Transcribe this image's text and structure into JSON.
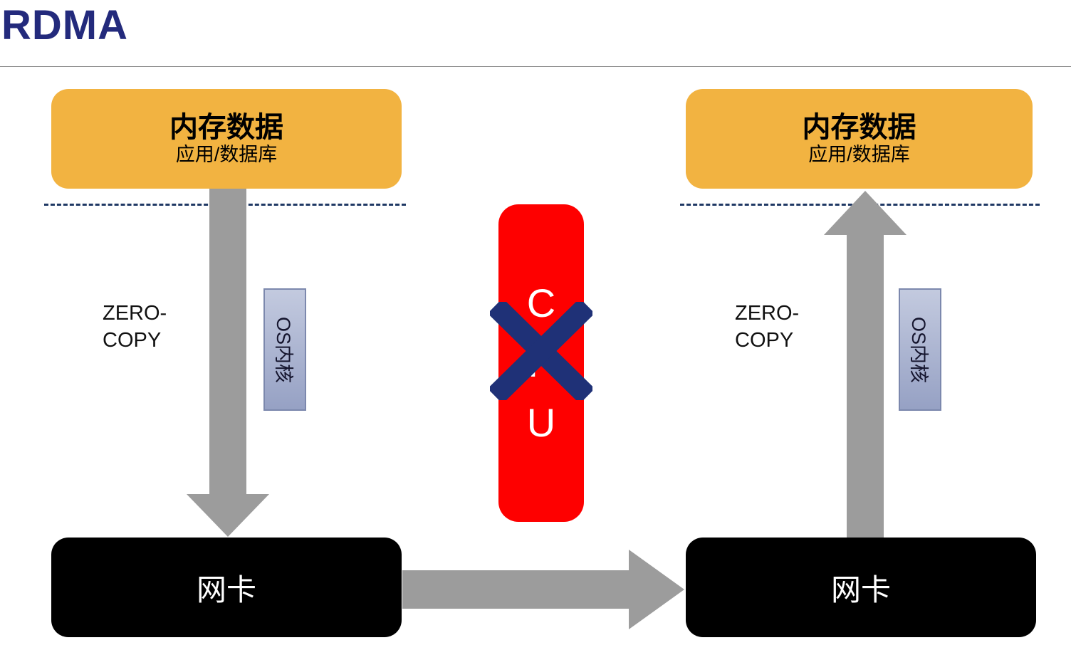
{
  "title": "RDMA",
  "left": {
    "memory_title": "内存数据",
    "memory_subtitle": "应用/数据库",
    "zero_copy": "ZERO-COPY",
    "os_kernel": "OS内核",
    "nic": "网卡"
  },
  "right": {
    "memory_title": "内存数据",
    "memory_subtitle": "应用/数据库",
    "zero_copy": "ZERO-COPY",
    "os_kernel": "OS内核",
    "nic": "网卡"
  },
  "cpu": {
    "letters": [
      "C",
      "P",
      "U"
    ]
  },
  "colors": {
    "title": "#232a7c",
    "memory_fill": "#f2b341",
    "arrow": "#9c9c9c",
    "dash": "#1f3864",
    "cpu_fill": "#fe0000",
    "cross": "#1f3177",
    "os_fill_top": "#c3cadf",
    "os_fill_bottom": "#96a1c4",
    "os_border": "#7c88ad",
    "nic_fill": "#000000"
  }
}
